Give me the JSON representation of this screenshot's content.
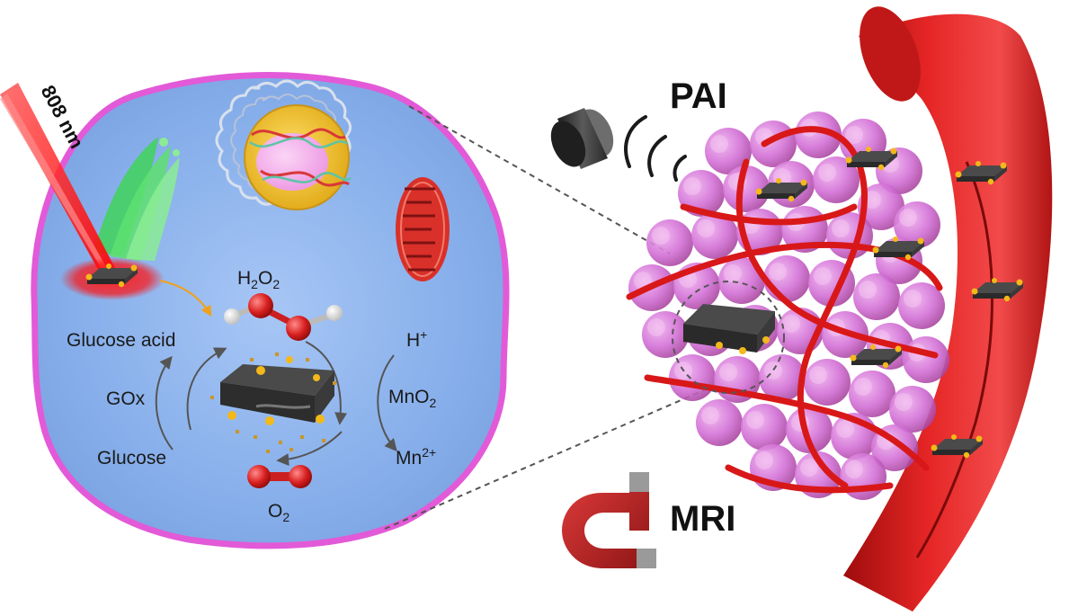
{
  "labels": {
    "laser": "808 nm",
    "h2o2_main": "H",
    "h2o2_sub1": "2",
    "h2o2_mid": "O",
    "h2o2_sub2": "2",
    "glucose_acid": "Glucose acid",
    "gox": "GOx",
    "glucose": "Glucose",
    "h_plus_main": "H",
    "h_plus_sup": "+",
    "mno2_main": "MnO",
    "mno2_sub": "2",
    "mn_main": "Mn",
    "mn_sup": "2+",
    "o2_main": "O",
    "o2_sub": "2",
    "pai": "PAI",
    "mri": "MRI"
  },
  "colors": {
    "cell_fill": "#8db4ec",
    "cell_border": "#e25ad8",
    "nucleus": "#f2c42c",
    "mitochondria": "#d9302a",
    "golgi": "#3fd45a",
    "laser": "#ff1010",
    "tumor": "#d671d8",
    "vessel": "#d81818",
    "nanosheet": "#3d3d3d",
    "particle": "#f3b81a",
    "oxygen_atom": "#d81f1f",
    "hydrogen_atom": "#f0f0f0"
  }
}
